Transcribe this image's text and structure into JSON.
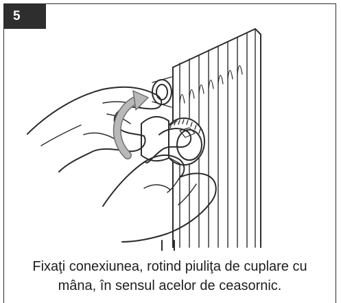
{
  "step": {
    "number": "5"
  },
  "caption": {
    "line1": "Fixaţi conexiunea, rotind piuliţa de cuplare cu",
    "line2": "mâna, în sensul acelor de ceasornic."
  },
  "illustration": {
    "subject": "hands-rotating-coupling-nut-on-radiator",
    "arrow_color": "#b9b9b9",
    "line_color": "#2b2b2b"
  }
}
